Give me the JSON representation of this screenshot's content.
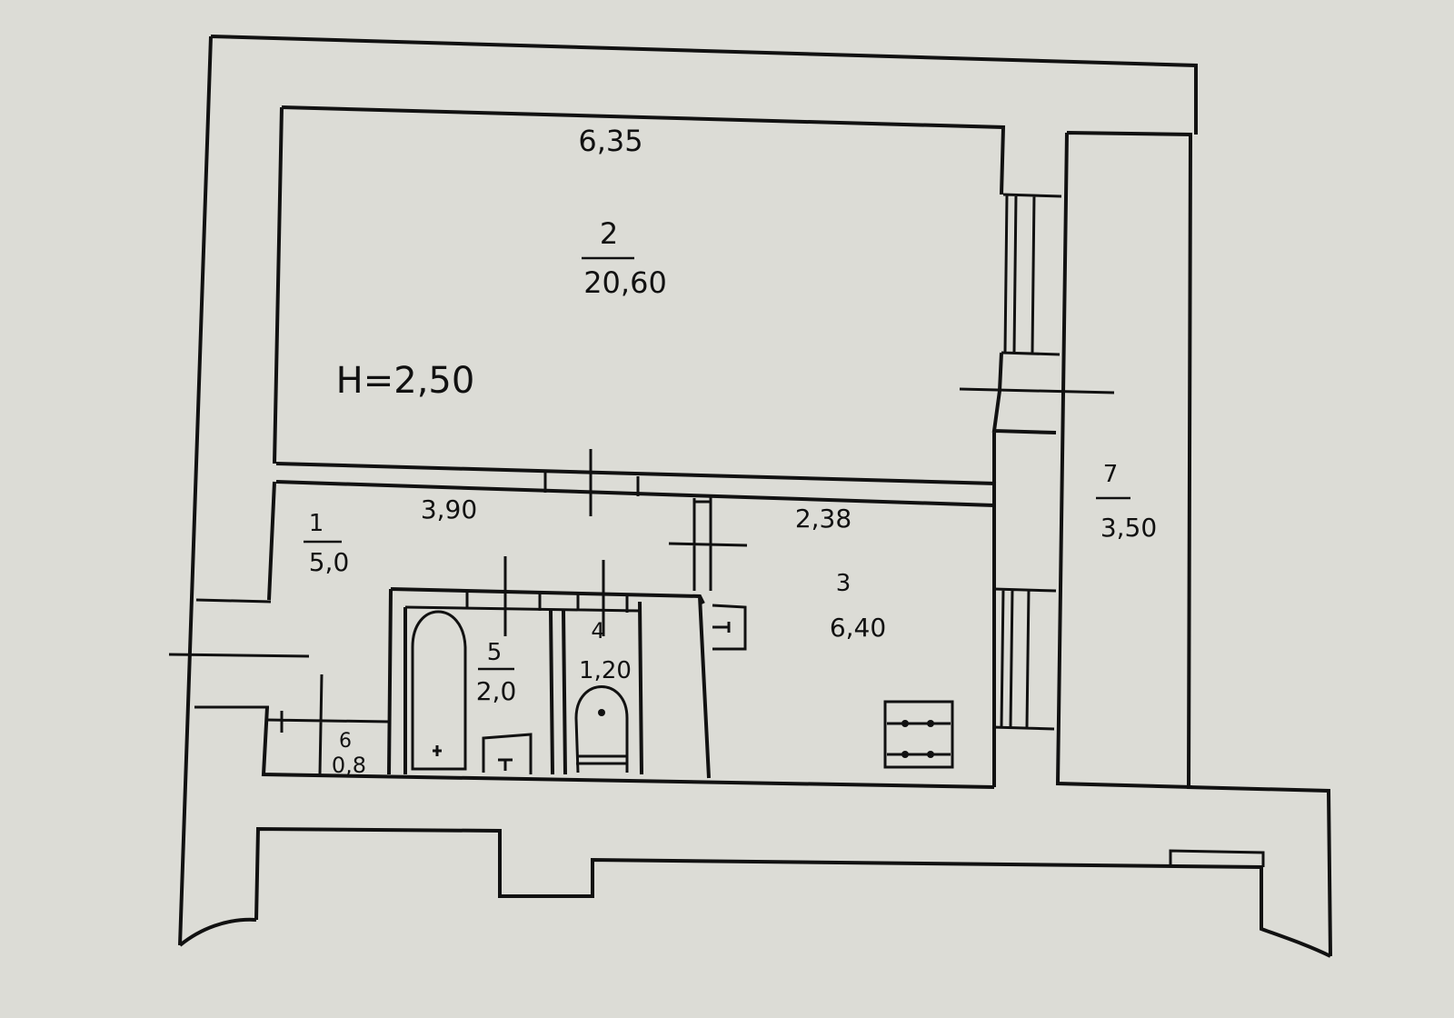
{
  "plan": {
    "ceiling_height": "H=2,50",
    "dimensions": {
      "top_width": "6,35",
      "corridor_width": "3,90",
      "kitchen_width": "2,38"
    },
    "rooms": [
      {
        "number": "1",
        "area": "5,0"
      },
      {
        "number": "2",
        "area": "20,60"
      },
      {
        "number": "3",
        "area": "6,40"
      },
      {
        "number": "4",
        "area": "1,20"
      },
      {
        "number": "5",
        "area": "2,0"
      },
      {
        "number": "6",
        "area": "0,8"
      },
      {
        "number": "7",
        "area": "3,50"
      }
    ]
  }
}
